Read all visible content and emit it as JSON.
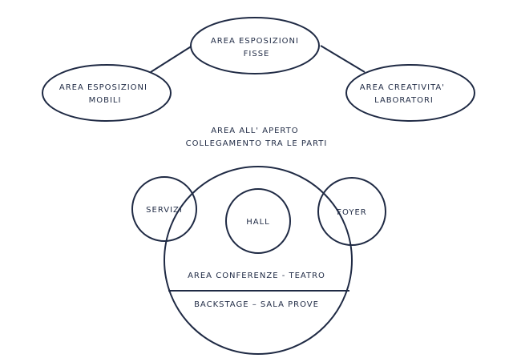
{
  "nodes": {
    "fisse": {
      "lines": [
        "AREA ESPOSIZIONI",
        "FISSE"
      ]
    },
    "mobili": {
      "lines": [
        "AREA ESPOSIZIONI",
        "MOBILI"
      ]
    },
    "creativita": {
      "lines": [
        "AREA CREATIVITA'",
        "LABORATORI"
      ]
    },
    "servizi": {
      "lines": [
        "SERVIZI"
      ]
    },
    "hall": {
      "lines": [
        "HALL"
      ]
    },
    "foyer": {
      "lines": [
        "FOYER"
      ]
    },
    "teatro": {
      "lines": [
        "AREA CONFERENZE - TEATRO"
      ]
    },
    "backstage": {
      "lines": [
        "BACKSTAGE – SALA PROVE"
      ]
    }
  },
  "center_text": {
    "lines": [
      "AREA ALL' APERTO",
      "COLLEGAMENTO TRA LE PARTI"
    ]
  },
  "colors": {
    "stroke": "#1f2a44",
    "text": "#1f2a44",
    "background": "#ffffff"
  }
}
